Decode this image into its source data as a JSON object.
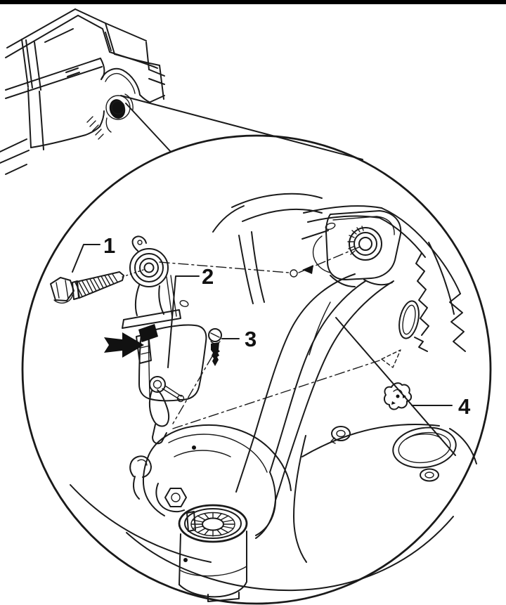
{
  "illustration": {
    "callouts": [
      {
        "label": "1"
      },
      {
        "label": "2"
      },
      {
        "label": "3"
      },
      {
        "label": "4"
      }
    ],
    "colors": {
      "line": "#1a1a1a",
      "background": "#ffffff",
      "top_bar": "#000000",
      "solid_black": "#111111",
      "bushing_shade": "#d9d9d9"
    }
  }
}
